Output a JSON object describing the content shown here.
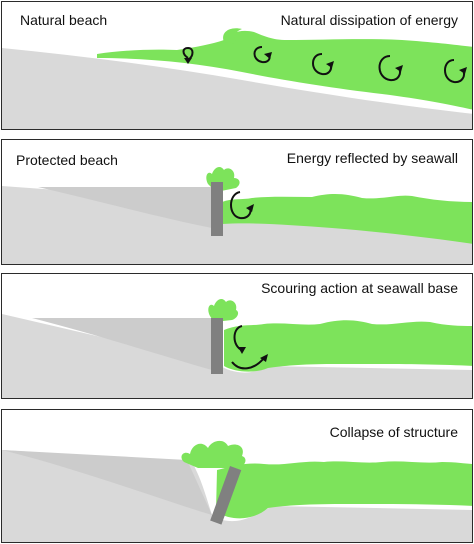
{
  "panels": [
    {
      "left_label": "Natural beach",
      "right_label": "Natural dissipation of energy"
    },
    {
      "left_label": "Protected beach",
      "right_label": "Energy reflected by seawall"
    },
    {
      "left_label": "",
      "right_label": "Scouring action at seawall base"
    },
    {
      "left_label": "",
      "right_label": "Collapse of structure"
    }
  ],
  "colors": {
    "water": "#7de35b",
    "sand": "#d9d9d9",
    "backfill": "#cccccc",
    "seawall": "#808080",
    "arrow": "#111111",
    "border": "#2b2b2b"
  }
}
